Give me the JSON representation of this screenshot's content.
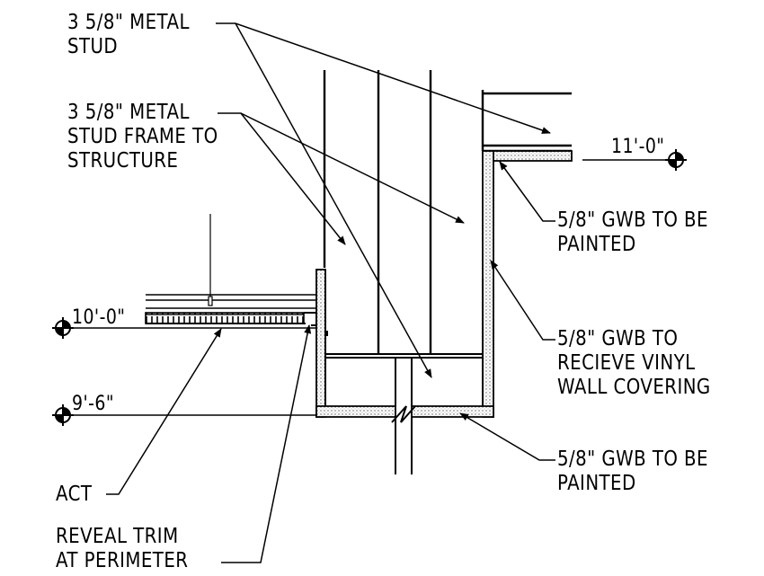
{
  "labels": {
    "metal_stud": {
      "line1": "3 5/8\" METAL",
      "line2": "STUD"
    },
    "stud_frame": {
      "line1": "3 5/8\" METAL",
      "line2": "STUD FRAME TO",
      "line3": "STRUCTURE"
    },
    "gwb_painted_top": {
      "line1": "5/8\" GWB TO BE",
      "line2": "PAINTED"
    },
    "gwb_vinyl": {
      "line1": "5/8\" GWB TO",
      "line2": "RECIEVE VINYL",
      "line3": "WALL COVERING"
    },
    "gwb_painted_bottom": {
      "line1": "5/8\" GWB TO BE",
      "line2": "PAINTED"
    },
    "act": "ACT",
    "reveal_trim": {
      "line1": "REVEAL TRIM",
      "line2": "AT PERIMETER"
    }
  },
  "elevations": {
    "upper": "11'-0\"",
    "ceiling": "10'-0\"",
    "soffit": "9'-6\""
  }
}
